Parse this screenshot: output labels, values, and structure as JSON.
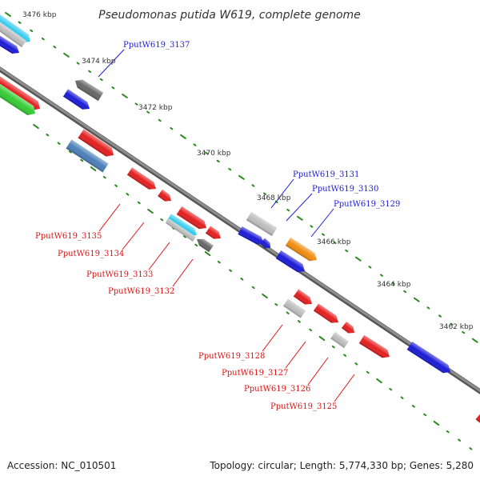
{
  "title": "Pseudomonas putida W619, complete genome",
  "footer": {
    "accession": "Accession: NC_010501",
    "topology": "Topology: circular; Length: 5,774,330 bp; Genes: 5,280"
  },
  "colors": {
    "backbone": "#777777",
    "tick": "#2b8a1e",
    "label_blue": "#1a1adf",
    "label_red": "#e01010",
    "gene_red": "#e41e1e",
    "gene_blue": "#1a1ad6",
    "gene_gray": "#bdbdbd",
    "gene_darkgray": "#666666",
    "gene_cyan": "#33ccee",
    "gene_green": "#33cc33",
    "gene_steelblue": "#4a7fb8",
    "gene_orange": "#f08c10"
  },
  "kbp_labels": [
    "3476 kbp",
    "3474 kbp",
    "3472 kbp",
    "3470 kbp",
    "3468 kbp",
    "3466 kbp",
    "3464 kbp",
    "3462 kbp"
  ],
  "gene_labels_top": [
    "PputW619_3137",
    "PputW619_3131",
    "PputW619_3130",
    "PputW619_3129"
  ],
  "gene_labels_bottom": [
    "PputW619_3135",
    "PputW619_3134",
    "PputW619_3133",
    "PputW619_3132",
    "PputW619_3128",
    "PputW619_3127",
    "PputW619_3126",
    "PputW619_3125"
  ]
}
